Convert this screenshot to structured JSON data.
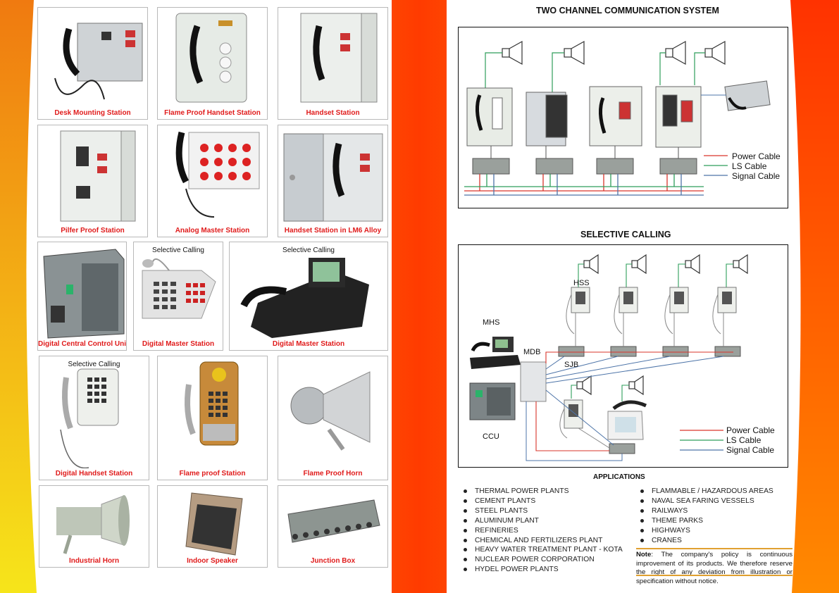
{
  "products": [
    {
      "label": "Desk Mounting Station"
    },
    {
      "label": "Flame Proof Handset Station"
    },
    {
      "label": "Handset Station"
    },
    {
      "label": "Pilfer Proof Station"
    },
    {
      "label": "Analog Master Station"
    },
    {
      "label": "Handset Station in LM6 Alloy"
    },
    {
      "label": "Digital Central Control Unit"
    },
    {
      "label": "Digital Master Station",
      "sub": "Selective Calling"
    },
    {
      "label": "Digital Master Station",
      "sub": "Selective Calling"
    },
    {
      "label": "Digital Handset Station",
      "sub": "Selective Calling"
    },
    {
      "label": "Flame proof Station"
    },
    {
      "label": "Flame Proof Horn"
    },
    {
      "label": "Industrial Horn"
    },
    {
      "label": "Indoor Speaker"
    },
    {
      "label": "Junction Box"
    }
  ],
  "two_channel": {
    "title": "TWO CHANNEL COMMUNICATION SYSTEM",
    "legend": {
      "power": "Power Cable",
      "ls": "LS Cable",
      "signal": "Signal Cable"
    }
  },
  "selective": {
    "title": "SELECTIVE CALLING",
    "labels": {
      "hss": "HSS",
      "mhs": "MHS",
      "mdb": "MDB",
      "sjb": "SJB",
      "ccu": "CCU"
    },
    "legend": {
      "power": "Power Cable",
      "ls": "LS Cable",
      "signal": "Signal Cable"
    }
  },
  "applications": {
    "title": "APPLICATIONS",
    "left": [
      "THERMAL POWER PLANTS",
      "CEMENT PLANTS",
      "STEEL PLANTS",
      "ALUMINUM PLANT",
      "REFINERIES",
      "CHEMICAL AND FERTILIZERS PLANT",
      "HEAVY WATER TREATMENT PLANT - KOTA",
      "NUCLEAR POWER CORPORATION",
      "HYDEL POWER PLANTS"
    ],
    "right": [
      "FLAMMABLE / HAZARDOUS AREAS",
      "NAVAL SEA FARING VESSELS",
      "RAILWAYS",
      "THEME PARKS",
      "HIGHWAYS",
      "CRANES"
    ]
  },
  "note": {
    "label": "Note",
    "text": ": The company's policy is continuous improvement of its products. We therefore reserve the right of any deviation from illustration or specification without notice."
  },
  "colors": {
    "power": "#d9342b",
    "ls": "#2e9e5b",
    "signal": "#4d74a8",
    "caption": "#e01b1b"
  }
}
